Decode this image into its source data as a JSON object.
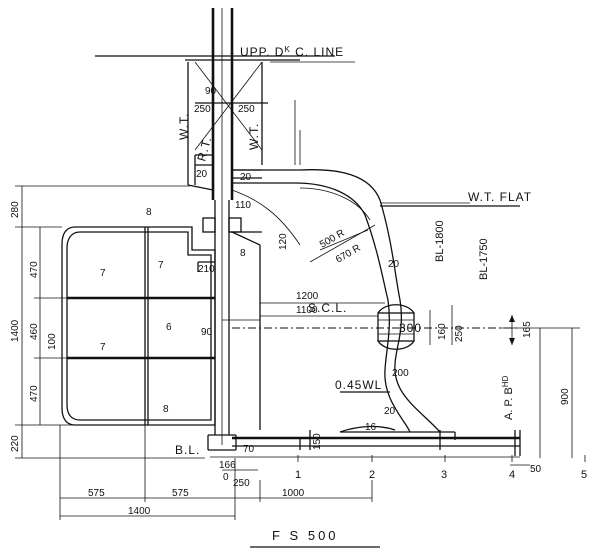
{
  "labels": {
    "upper_deck_line": "UPP. D",
    "upper_deck_sup": "K",
    "upper_deck_rest": " C. LINE",
    "wt_left": "W.T.",
    "rt": "R.T.",
    "wt_right": "W.T.",
    "wt_flat": "W.T. FLAT",
    "bl_1800": "BL-1800",
    "bl_1750": "BL-1750",
    "scl": "S.C.L.",
    "wl_045": "0.45WL",
    "bl": "B.L.",
    "ap": "A. P. B",
    "ap_sup": "HD",
    "title": "F S   500"
  },
  "dims": {
    "d250a": "250",
    "d250b": "250",
    "d90top": "90",
    "d110": "110",
    "d120": "120",
    "d210": "210",
    "d500r": "500 R",
    "d670r": "670 R",
    "d1200": "1200",
    "d1100": "1100",
    "d300": "300",
    "d160": "160",
    "d250r": "250",
    "d165": "165",
    "d90mid": "90",
    "d200": "200",
    "d70": "70",
    "d166": "166",
    "d150": "150",
    "d900": "900",
    "d50": "50",
    "d250bot": "250",
    "d1000": "1000",
    "d575a": "575",
    "d575b": "575",
    "d1400bot": "1400",
    "v280": "280",
    "v1400": "1400",
    "v470a": "470",
    "v460": "460",
    "v470b": "470",
    "v220": "220",
    "v100": "100"
  },
  "plates": {
    "p8a": "8",
    "p7a": "7",
    "p7b": "7",
    "p6": "6",
    "p7c": "7",
    "p8b": "8",
    "p8c": "8",
    "p20a": "20",
    "p20b": "20",
    "p20c": "20",
    "p20d": "20",
    "p16": "16",
    "p0": "0"
  },
  "stations": [
    "1",
    "2",
    "3",
    "4",
    "5"
  ]
}
